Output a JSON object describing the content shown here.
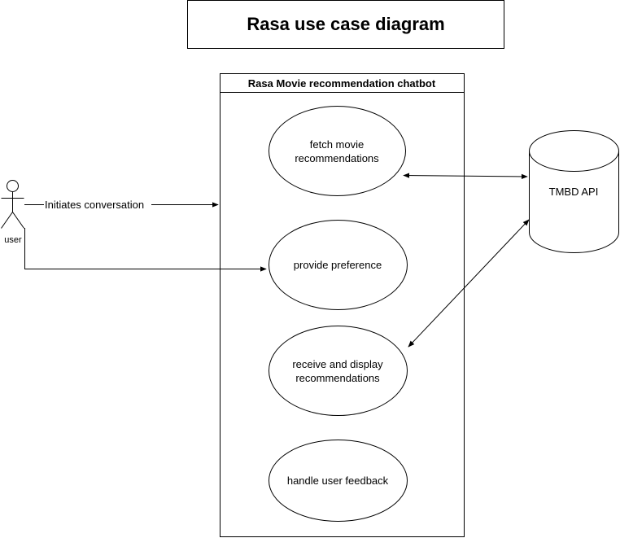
{
  "title": "Rasa use case diagram",
  "system": {
    "name": "Rasa Movie recommendation chatbot"
  },
  "actor": {
    "name": "user"
  },
  "external_system": {
    "name": "TMBD API"
  },
  "use_cases": {
    "fetch": {
      "line1": "fetch movie",
      "line2": "recommendations"
    },
    "preference": {
      "line1": "provide preference"
    },
    "display": {
      "line1": "receive and display",
      "line2": "recommendations"
    },
    "feedback": {
      "line1": "handle user feedback"
    }
  },
  "connectors": {
    "initiates": "Initiates conversation"
  },
  "colors": {
    "stroke": "#000000",
    "background": "#ffffff"
  }
}
